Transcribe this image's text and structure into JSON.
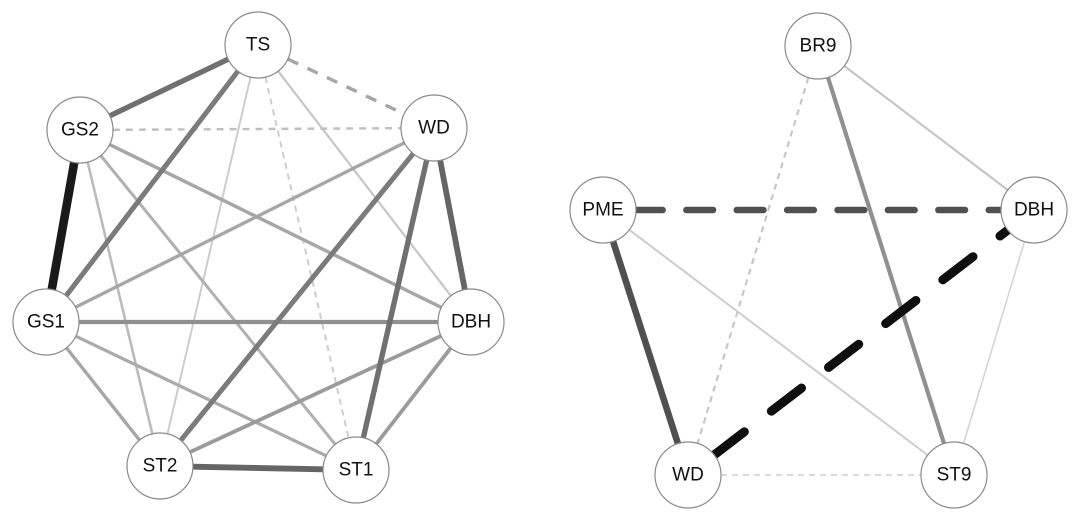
{
  "networks": [
    {
      "id": "left",
      "nodes": [
        {
          "id": "TS",
          "label": "TS"
        },
        {
          "id": "GS2",
          "label": "GS2"
        },
        {
          "id": "WD",
          "label": "WD"
        },
        {
          "id": "GS1",
          "label": "GS1"
        },
        {
          "id": "DBH",
          "label": "DBH"
        },
        {
          "id": "ST2",
          "label": "ST2"
        },
        {
          "id": "ST1",
          "label": "ST1"
        }
      ],
      "edges": [
        {
          "from": "GS2",
          "to": "GS1",
          "strength": 0.95,
          "sign": "positive"
        },
        {
          "from": "TS",
          "to": "GS2",
          "strength": 0.55,
          "sign": "positive"
        },
        {
          "from": "TS",
          "to": "GS1",
          "strength": 0.5,
          "sign": "positive"
        },
        {
          "from": "TS",
          "to": "WD",
          "strength": 0.3,
          "sign": "negative"
        },
        {
          "from": "WD",
          "to": "DBH",
          "strength": 0.6,
          "sign": "positive"
        },
        {
          "from": "WD",
          "to": "ST1",
          "strength": 0.55,
          "sign": "positive"
        },
        {
          "from": "WD",
          "to": "ST2",
          "strength": 0.5,
          "sign": "positive"
        },
        {
          "from": "ST2",
          "to": "ST1",
          "strength": 0.6,
          "sign": "positive"
        },
        {
          "from": "GS1",
          "to": "DBH",
          "strength": 0.4,
          "sign": "positive"
        },
        {
          "from": "GS1",
          "to": "WD",
          "strength": 0.3,
          "sign": "positive"
        },
        {
          "from": "GS2",
          "to": "DBH",
          "strength": 0.3,
          "sign": "positive"
        },
        {
          "from": "GS2",
          "to": "ST1",
          "strength": 0.25,
          "sign": "positive"
        },
        {
          "from": "GS2",
          "to": "ST2",
          "strength": 0.2,
          "sign": "positive"
        },
        {
          "from": "GS2",
          "to": "WD",
          "strength": 0.18,
          "sign": "negative"
        },
        {
          "from": "GS1",
          "to": "ST2",
          "strength": 0.3,
          "sign": "positive"
        },
        {
          "from": "GS1",
          "to": "ST1",
          "strength": 0.28,
          "sign": "positive"
        },
        {
          "from": "DBH",
          "to": "ST2",
          "strength": 0.35,
          "sign": "positive"
        },
        {
          "from": "DBH",
          "to": "ST1",
          "strength": 0.35,
          "sign": "positive"
        },
        {
          "from": "TS",
          "to": "DBH",
          "strength": 0.15,
          "sign": "positive"
        },
        {
          "from": "TS",
          "to": "ST1",
          "strength": 0.12,
          "sign": "negative"
        },
        {
          "from": "TS",
          "to": "ST2",
          "strength": 0.12,
          "sign": "positive"
        },
        {
          "from": "WD",
          "to": "GS1",
          "strength": 0.1,
          "sign": "positive"
        }
      ]
    },
    {
      "id": "right",
      "nodes": [
        {
          "id": "BR9",
          "label": "BR9"
        },
        {
          "id": "PME",
          "label": "PME"
        },
        {
          "id": "DBH",
          "label": "DBH"
        },
        {
          "id": "WD",
          "label": "WD"
        },
        {
          "id": "ST9",
          "label": "ST9"
        }
      ],
      "edges": [
        {
          "from": "PME",
          "to": "DBH",
          "strength": 0.7,
          "sign": "negative"
        },
        {
          "from": "WD",
          "to": "DBH",
          "strength": 1.0,
          "sign": "negative"
        },
        {
          "from": "PME",
          "to": "WD",
          "strength": 0.7,
          "sign": "positive"
        },
        {
          "from": "BR9",
          "to": "ST9",
          "strength": 0.4,
          "sign": "positive"
        },
        {
          "from": "BR9",
          "to": "DBH",
          "strength": 0.15,
          "sign": "positive"
        },
        {
          "from": "BR9",
          "to": "WD",
          "strength": 0.15,
          "sign": "negative"
        },
        {
          "from": "PME",
          "to": "ST9",
          "strength": 0.12,
          "sign": "positive"
        },
        {
          "from": "DBH",
          "to": "ST9",
          "strength": 0.08,
          "sign": "positive"
        },
        {
          "from": "WD",
          "to": "ST9",
          "strength": 0.08,
          "sign": "negative"
        }
      ]
    }
  ]
}
